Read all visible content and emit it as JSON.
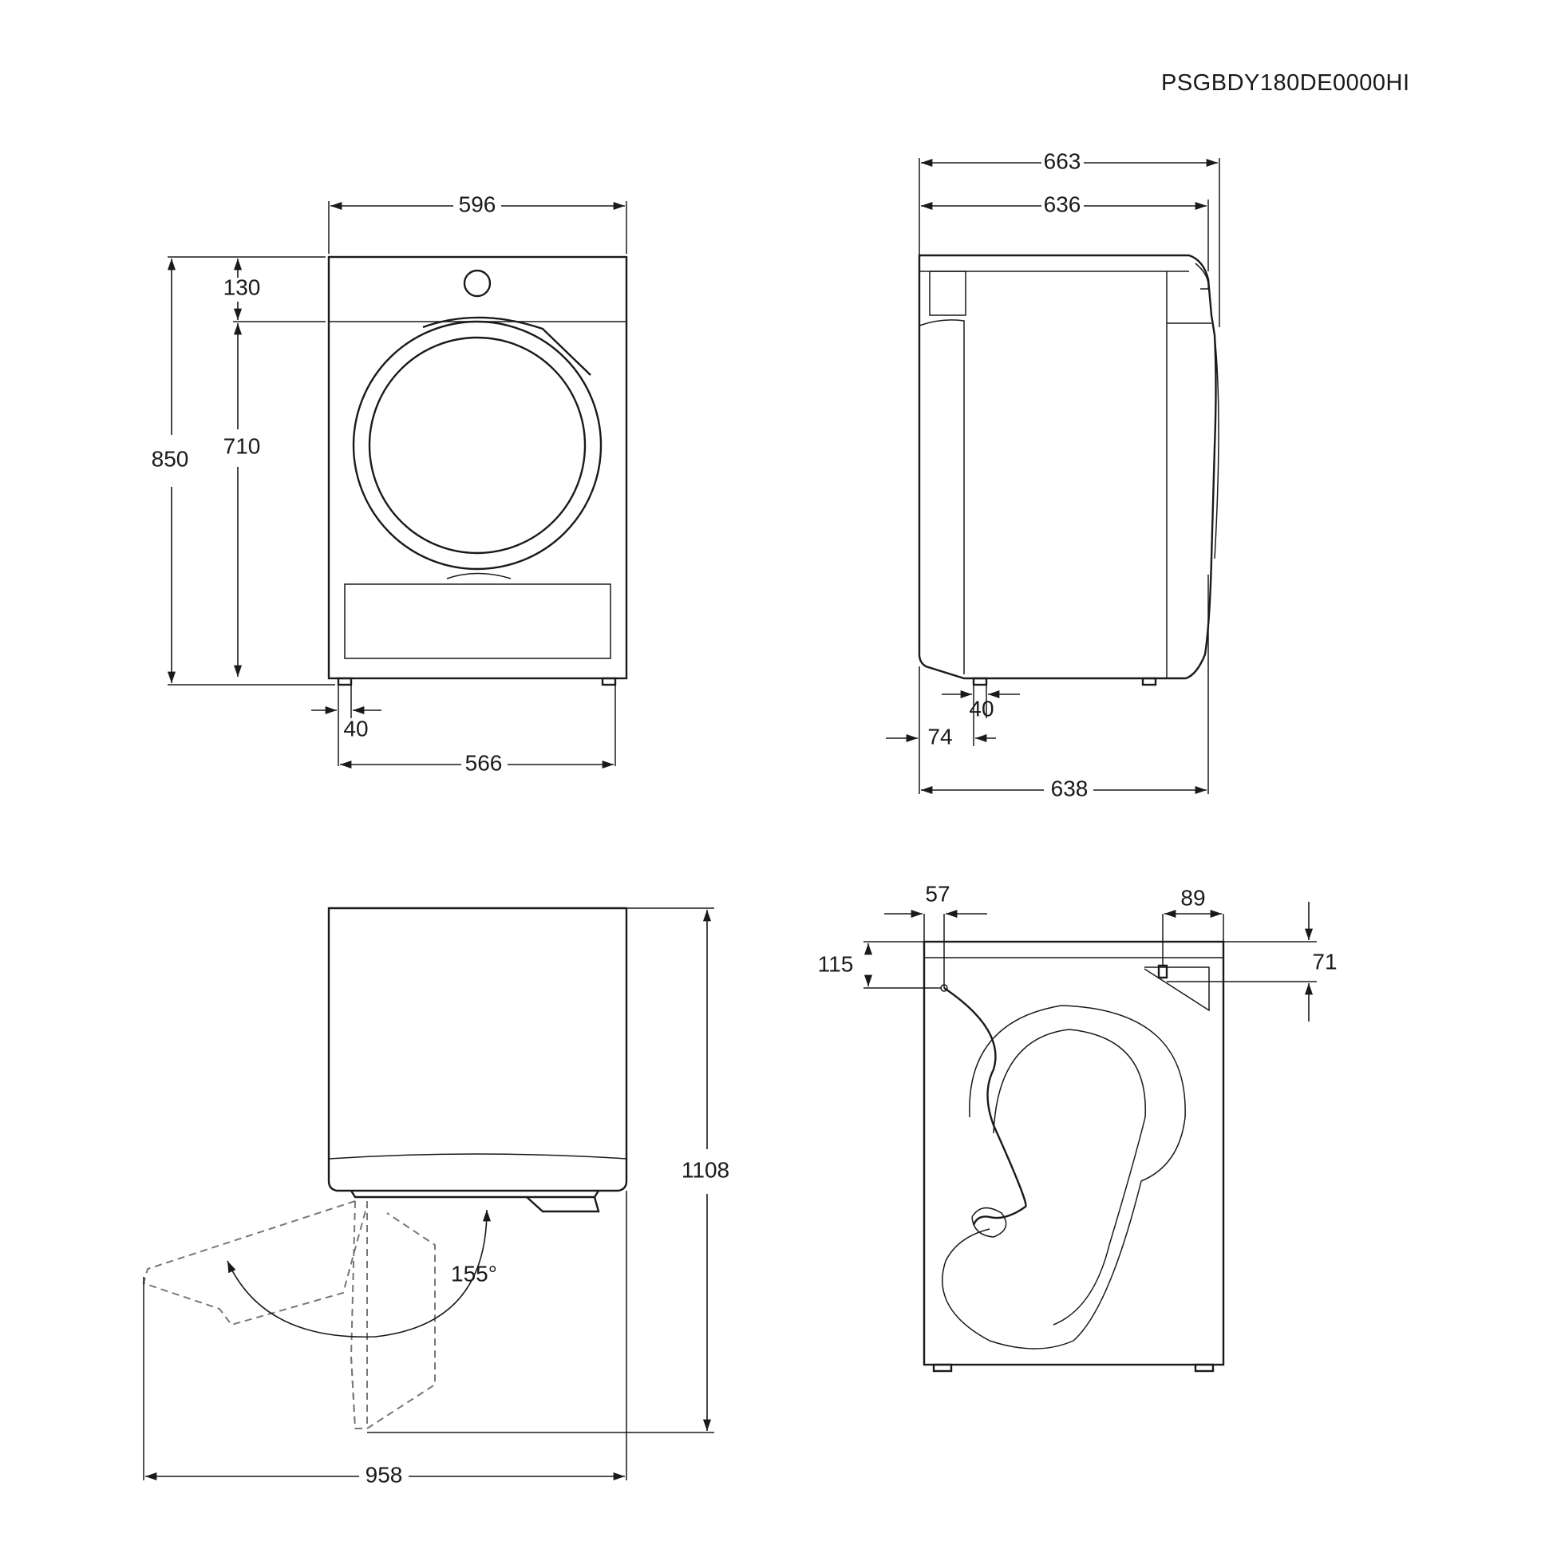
{
  "model_code": "PSGBDY180DE0000HI",
  "dimensions": {
    "front": {
      "width_top": "596",
      "height_total": "850",
      "height_upper": "130",
      "height_door": "710",
      "foot_offset": "40",
      "feet_width": "566"
    },
    "side": {
      "depth_total": "663",
      "depth_body": "636",
      "foot_offset": "40",
      "rear_offset": "74",
      "depth_bottom": "638"
    },
    "top_door": {
      "door_angle": "155°",
      "total_depth_open": "1108",
      "total_width_open": "958"
    },
    "rear": {
      "hose_left": "57",
      "hose_height": "115",
      "outlet_right": "89",
      "outlet_height": "71"
    }
  }
}
